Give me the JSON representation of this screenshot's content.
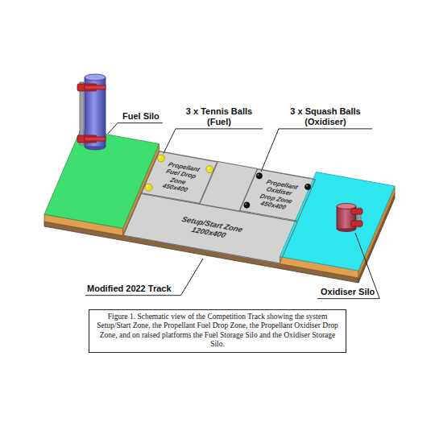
{
  "diagram": {
    "caption": "Figure 1. Schematic view of the Competition Track showing the system Setup/Start Zone, the Propellant Fuel Drop Zone, the Propellant Oxidiser Drop Zone, and on raised platforms the Fuel Storage Silo and the Oxidiser Storage Silo.",
    "nodes": [
      {
        "text": [
          "Propellant Fuel Drop Zone",
          "450x400"
        ]
      },
      {
        "text": [
          "Propellant Oxidiser Drop Zone",
          "450x400"
        ]
      },
      {
        "text": [
          "Setup/Start Zone",
          "1200x400"
        ]
      }
    ],
    "labels": [
      "Fuel Silo",
      "3 x Tennis Balls (Fuel)",
      "3 x Squash Balls (Oxidiser)",
      "Modified 2022 Track",
      "Oxidiser Silo"
    ]
  }
}
